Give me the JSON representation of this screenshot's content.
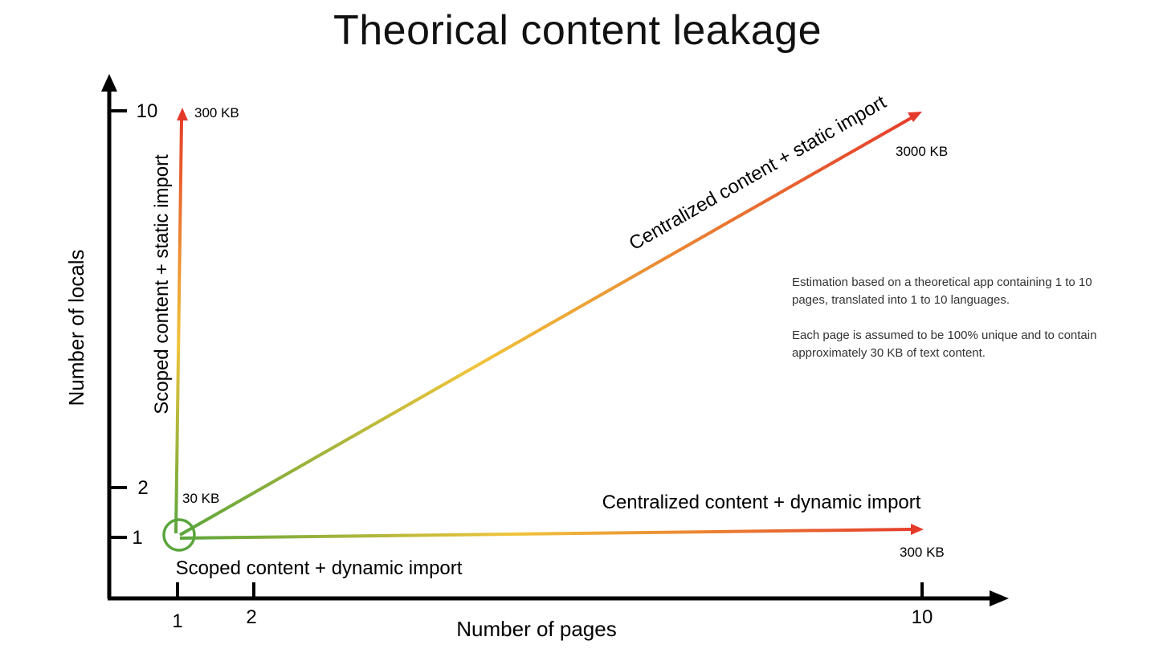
{
  "title": "Theorical content leakage",
  "axes": {
    "x_label": "Number of pages",
    "y_label": "Number of locals",
    "x_ticks": [
      "1",
      "2",
      "10"
    ],
    "y_ticks": [
      "1",
      "2",
      "10"
    ]
  },
  "strategies": {
    "origin": {
      "name": "Scoped content + dynamic import",
      "size": "30 KB"
    },
    "vertical": {
      "name": "Scoped content + static import",
      "size": "300 KB"
    },
    "diagonal": {
      "name": "Centralized content + static import",
      "size": "3000 KB"
    },
    "horizontal": {
      "name": "Centralized content + dynamic import",
      "size": "300 KB"
    }
  },
  "notes": {
    "line1": "Estimation based on a theoretical app containing 1 to 10 pages, translated into 1 to 10 languages.",
    "line2": "Each page is assumed to be 100% unique and to contain approximately 30 KB of text content."
  },
  "colors": {
    "axis": "#000000",
    "low_cost": "#5aa53c",
    "mid_cost": "#f0c43a",
    "high_cost": "#e53a2a"
  }
}
